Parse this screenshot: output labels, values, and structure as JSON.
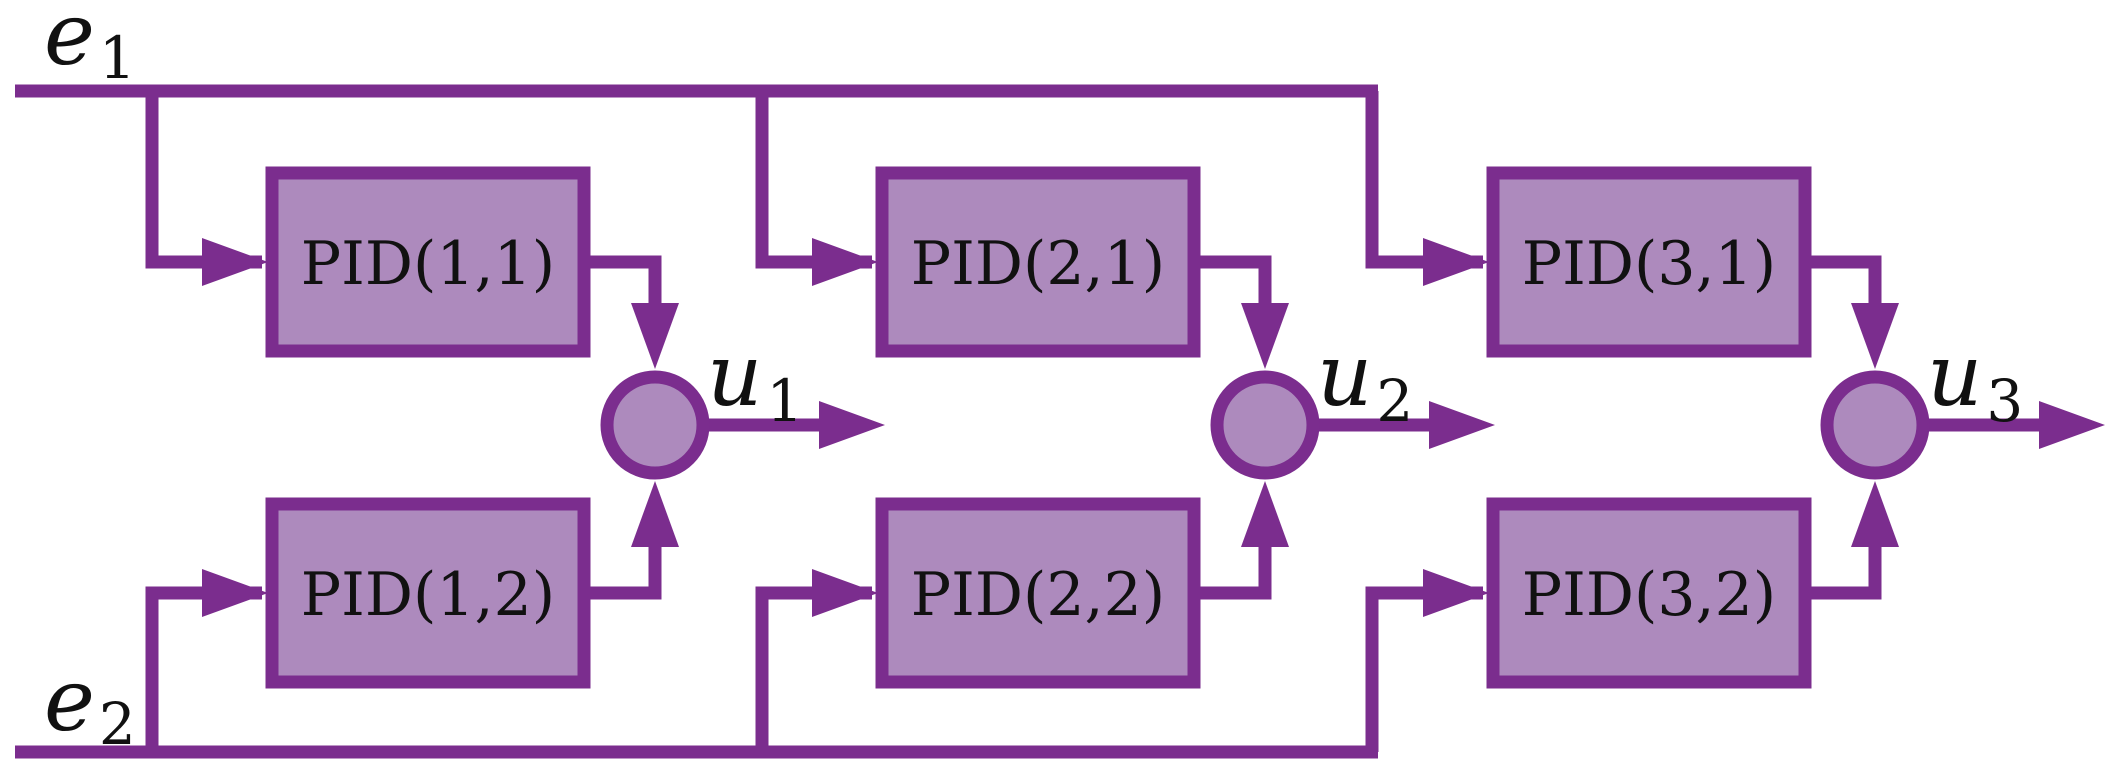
{
  "colors": {
    "line": "#7b2d8e",
    "fill": "#ad8abd",
    "text": "#111111",
    "background": "#ffffff"
  },
  "inputs": [
    {
      "symbol": "e",
      "subscript": "1"
    },
    {
      "symbol": "e",
      "subscript": "2"
    }
  ],
  "outputs": [
    {
      "symbol": "u",
      "subscript": "1"
    },
    {
      "symbol": "u",
      "subscript": "2"
    },
    {
      "symbol": "u",
      "subscript": "3"
    }
  ],
  "blocks": [
    {
      "label": "PID(1,1)",
      "output": 1,
      "input": 1
    },
    {
      "label": "PID(1,2)",
      "output": 1,
      "input": 2
    },
    {
      "label": "PID(2,1)",
      "output": 2,
      "input": 1
    },
    {
      "label": "PID(2,2)",
      "output": 2,
      "input": 2
    },
    {
      "label": "PID(3,1)",
      "output": 3,
      "input": 1
    },
    {
      "label": "PID(3,2)",
      "output": 3,
      "input": 2
    }
  ]
}
